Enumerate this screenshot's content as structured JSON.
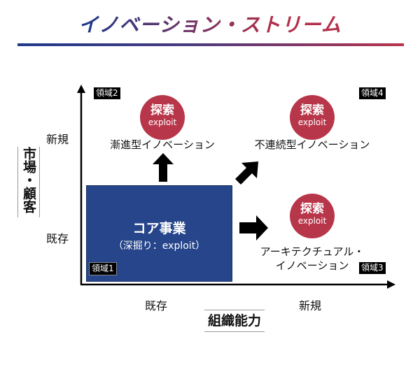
{
  "title": "イノベーション・ストリーム",
  "axes": {
    "y_title": "市場・顧客",
    "x_title": "組織能力",
    "y_new": "新規",
    "y_existing": "既存",
    "x_existing": "既存",
    "x_new": "新規"
  },
  "core": {
    "title": "コア事業",
    "subtitle": "（深掘り：exploit）",
    "region": "領域1"
  },
  "quadrants": [
    {
      "region": "領域2",
      "badge_main": "探索",
      "badge_sub": "exploit",
      "label": "漸進型イノベーション"
    },
    {
      "region": "領域4",
      "badge_main": "探索",
      "badge_sub": "exploit",
      "label": "不連続型イノベーション"
    },
    {
      "region": "領域3",
      "badge_main": "探索",
      "badge_sub": "exploit",
      "label_line1": "アーキテクチュアル・",
      "label_line2": "イノベーション"
    }
  ],
  "colors": {
    "core": "#26458a",
    "badge": "#b8364a",
    "title_start": "#1d3a8a",
    "title_end": "#b2304a"
  }
}
